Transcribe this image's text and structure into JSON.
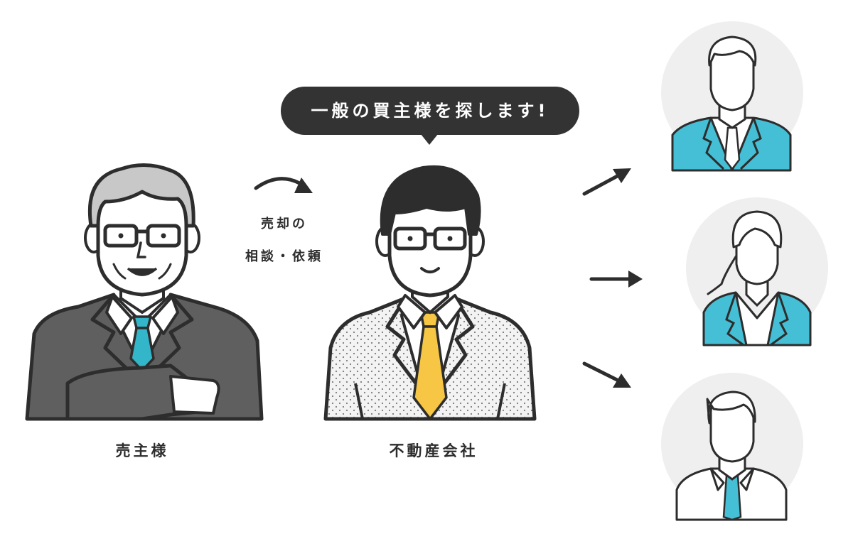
{
  "speech_bubble": {
    "text": "一般の買主様を探します!"
  },
  "flow_label": {
    "line1": "売却の",
    "line2": "相談・依頼"
  },
  "seller": {
    "label": "売主様"
  },
  "agency": {
    "label": "不動産会社"
  },
  "colors": {
    "ink": "#2d2d2d",
    "seller_suit": "#5f5f5f",
    "seller_hair": "#c8c8c8",
    "tie_teal": "#33b6c9",
    "tie_yellow": "#f6c644",
    "buyer_jacket": "#45bfd5",
    "buyer_circle": "#efefef",
    "agent_suit": "#f2f2f2"
  }
}
